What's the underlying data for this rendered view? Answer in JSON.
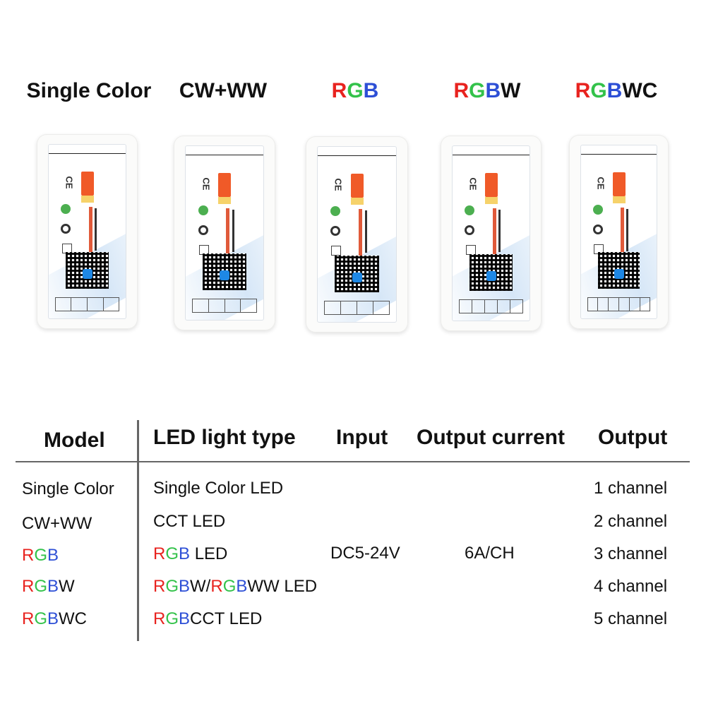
{
  "products": [
    {
      "name_parts": [
        {
          "text": "Single Color",
          "color": "k"
        }
      ]
    },
    {
      "name_parts": [
        {
          "text": "CW+WW",
          "color": "k"
        }
      ]
    },
    {
      "name_parts": [
        {
          "text": "R",
          "color": "r"
        },
        {
          "text": "G",
          "color": "g"
        },
        {
          "text": "B",
          "color": "b"
        }
      ]
    },
    {
      "name_parts": [
        {
          "text": "R",
          "color": "r"
        },
        {
          "text": "G",
          "color": "g"
        },
        {
          "text": "B",
          "color": "b"
        },
        {
          "text": "W",
          "color": "k"
        }
      ]
    },
    {
      "name_parts": [
        {
          "text": "R",
          "color": "r"
        },
        {
          "text": "G",
          "color": "g"
        },
        {
          "text": "B",
          "color": "b"
        },
        {
          "text": "WC",
          "color": "k"
        }
      ]
    }
  ],
  "table": {
    "headers": {
      "model": "Model",
      "led_type": "LED light type",
      "input": "Input",
      "output_current": "Output current",
      "output": "Output"
    },
    "rows": [
      {
        "model": [
          {
            "text": "Single Color",
            "color": "k"
          }
        ],
        "led_type": [
          {
            "text": "Single Color LED",
            "color": "k"
          }
        ],
        "output": "1 channel"
      },
      {
        "model": [
          {
            "text": "CW+WW",
            "color": "k"
          }
        ],
        "led_type": [
          {
            "text": "CCT LED",
            "color": "k"
          }
        ],
        "output": "2 channel"
      },
      {
        "model": [
          {
            "text": "R",
            "color": "r"
          },
          {
            "text": "G",
            "color": "g"
          },
          {
            "text": "B",
            "color": "b"
          }
        ],
        "led_type": [
          {
            "text": "R",
            "color": "r"
          },
          {
            "text": "G",
            "color": "g"
          },
          {
            "text": "B",
            "color": "b"
          },
          {
            "text": " LED",
            "color": "k"
          }
        ],
        "output": "3 channel"
      },
      {
        "model": [
          {
            "text": "R",
            "color": "r"
          },
          {
            "text": "G",
            "color": "g"
          },
          {
            "text": "B",
            "color": "b"
          },
          {
            "text": "W",
            "color": "k"
          }
        ],
        "led_type": [
          {
            "text": "R",
            "color": "r"
          },
          {
            "text": "G",
            "color": "g"
          },
          {
            "text": "B",
            "color": "b"
          },
          {
            "text": "W/",
            "color": "k"
          },
          {
            "text": "R",
            "color": "r"
          },
          {
            "text": "G",
            "color": "g"
          },
          {
            "text": "B",
            "color": "b"
          },
          {
            "text": "WW LED",
            "color": "k"
          }
        ],
        "output": "4 channel"
      },
      {
        "model": [
          {
            "text": "R",
            "color": "r"
          },
          {
            "text": "G",
            "color": "g"
          },
          {
            "text": "B",
            "color": "b"
          },
          {
            "text": "WC",
            "color": "k"
          }
        ],
        "led_type": [
          {
            "text": "R",
            "color": "r"
          },
          {
            "text": "G",
            "color": "g"
          },
          {
            "text": "B",
            "color": "b"
          },
          {
            "text": "CCT LED",
            "color": "k"
          }
        ],
        "output": "5 channel"
      }
    ],
    "shared_input": "DC5-24V",
    "shared_output_current": "6A/CH"
  },
  "colors": {
    "r": "#e8231f",
    "g": "#33c24a",
    "b": "#2d4fd6",
    "k": "#111111"
  }
}
